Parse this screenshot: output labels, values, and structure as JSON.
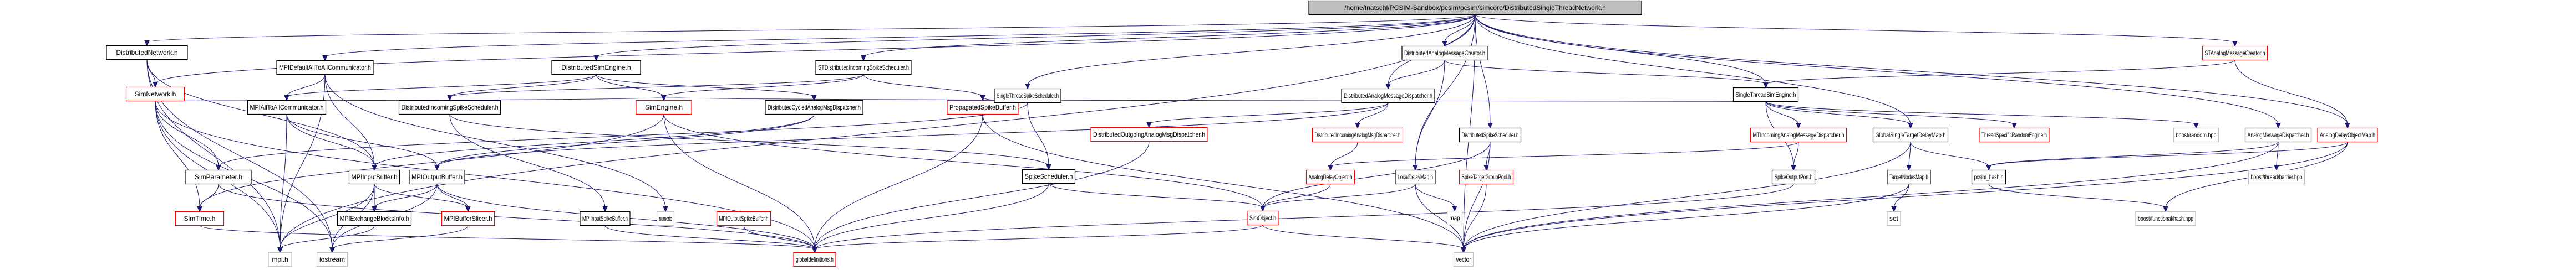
{
  "title": "/home/tnatschl/PCSIM-Sandbox/pcsim/pcsim/simcore/DistributedSingleThreadNetwork.h",
  "colors": {
    "root_fill": "#bfbfbf",
    "documented_border": "#000000",
    "incomplete_border": "#ff0000",
    "external_border": "#bfbfbf",
    "edge": "#191970"
  },
  "legend_kinds": {
    "root": "file being documented",
    "doc": "documented header",
    "red": "header with truncated include graph",
    "ext": "external/system header"
  },
  "nodes": [
    {
      "id": "root",
      "label": "/home/tnatschl/PCSIM-Sandbox/pcsim/pcsim/simcore/DistributedSingleThreadNetwork.h",
      "kind": "root"
    },
    {
      "id": "DistributedNetwork",
      "label": "DistributedNetwork.h",
      "kind": "doc"
    },
    {
      "id": "SimNetwork",
      "label": "SimNetwork.h",
      "kind": "red"
    },
    {
      "id": "MPIDefaultAllToAllCommunicator",
      "label": "MPIDefaultAllToAllCommunicator.h",
      "kind": "doc"
    },
    {
      "id": "MPIAllToAllCommunicator",
      "label": "MPIAllToAllCommunicator.h",
      "kind": "doc"
    },
    {
      "id": "DistributedSimEngine",
      "label": "DistributedSimEngine.h",
      "kind": "doc"
    },
    {
      "id": "DistributedIncomingSpikeScheduler",
      "label": "DistributedIncomingSpikeScheduler.h",
      "kind": "doc"
    },
    {
      "id": "STDistributedIncomingSpikeScheduler",
      "label": "STDistributedIncomingSpikeScheduler.h",
      "kind": "doc"
    },
    {
      "id": "SimEngine",
      "label": "SimEngine.h",
      "kind": "red"
    },
    {
      "id": "DistributedCycledAnalogMsgDispatcher",
      "label": "DistributedCycledAnalogMsgDispatcher.h",
      "kind": "doc"
    },
    {
      "id": "PropagatedSpikeBuffer",
      "label": "PropagatedSpikeBuffer.h",
      "kind": "red"
    },
    {
      "id": "SingleThreadSpikeScheduler",
      "label": "SingleThreadSpikeScheduler.h",
      "kind": "doc"
    },
    {
      "id": "DistributedAnalogMessageCreator",
      "label": "DistributedAnalogMessageCreator.h",
      "kind": "doc"
    },
    {
      "id": "DistributedAnalogMessageDispatcher",
      "label": "DistributedAnalogMessageDispatcher.h",
      "kind": "doc"
    },
    {
      "id": "SingleThreadSimEngine",
      "label": "SingleThreadSimEngine.h",
      "kind": "doc"
    },
    {
      "id": "STAnalogMessageCreator",
      "label": "STAnalogMessageCreator.h",
      "kind": "red"
    },
    {
      "id": "DistributedOutgoingAnalogMsgDispatcher",
      "label": "DistributedOutgoingAnalogMsgDispatcher.h",
      "kind": "red"
    },
    {
      "id": "DistributedIncomingAnalogMsgDispatcher",
      "label": "DistributedIncomingAnalogMsgDispatcher.h",
      "kind": "red"
    },
    {
      "id": "DistributedSpikeScheduler",
      "label": "DistributedSpikeScheduler.h",
      "kind": "doc"
    },
    {
      "id": "MTIncomingAnalogMessageDispatcher",
      "label": "MTIncomingAnalogMessageDispatcher.h",
      "kind": "red"
    },
    {
      "id": "GlobalSingleTargetDelayMap",
      "label": "GlobalSingleTargetDelayMap.h",
      "kind": "doc"
    },
    {
      "id": "ThreadSpecificRandomEngine",
      "label": "ThreadSpecificRandomEngine.h",
      "kind": "red"
    },
    {
      "id": "boost_random",
      "label": "boost/random.hpp",
      "kind": "ext"
    },
    {
      "id": "AnalogMessageDispatcher",
      "label": "AnalogMessageDispatcher.h",
      "kind": "doc"
    },
    {
      "id": "AnalogDelayObjectMap",
      "label": "AnalogDelayObjectMap.h",
      "kind": "red"
    },
    {
      "id": "SimParameter",
      "label": "SimParameter.h",
      "kind": "doc"
    },
    {
      "id": "MPIInputBuffer",
      "label": "MPIInputBuffer.h",
      "kind": "doc"
    },
    {
      "id": "MPIOutputBuffer",
      "label": "MPIOutputBuffer.h",
      "kind": "doc"
    },
    {
      "id": "SpikeScheduler",
      "label": "SpikeScheduler.h",
      "kind": "doc"
    },
    {
      "id": "AnalogDelayObject",
      "label": "AnalogDelayObject.h",
      "kind": "red"
    },
    {
      "id": "LocalDelayMap",
      "label": "LocalDelayMap.h",
      "kind": "doc"
    },
    {
      "id": "SpikeTargetGroupPool",
      "label": "SpikeTargetGroupPool.h",
      "kind": "red"
    },
    {
      "id": "SpikeOutputPort",
      "label": "SpikeOutputPort.h",
      "kind": "doc"
    },
    {
      "id": "TargetNodesMap",
      "label": "TargetNodesMap.h",
      "kind": "doc"
    },
    {
      "id": "pcsim_hash",
      "label": "pcsim_hash.h",
      "kind": "doc"
    },
    {
      "id": "boost_barrier",
      "label": "boost/thread/barrier.hpp",
      "kind": "ext"
    },
    {
      "id": "SimTime",
      "label": "SimTime.h",
      "kind": "red"
    },
    {
      "id": "MPIExchangeBlocksInfo",
      "label": "MPIExchangeBlocksInfo.h",
      "kind": "doc"
    },
    {
      "id": "MPIBufferSlicer",
      "label": "MPIBufferSlicer.h",
      "kind": "red"
    },
    {
      "id": "MPIInputSpikeBuffer",
      "label": "MPIInputSpikeBuffer.h",
      "kind": "doc"
    },
    {
      "id": "numeric",
      "label": "numeric",
      "kind": "ext"
    },
    {
      "id": "MPIOutputSpikeBuffer",
      "label": "MPIOutputSpikeBuffer.h",
      "kind": "red"
    },
    {
      "id": "SimObject",
      "label": "SimObject.h",
      "kind": "red"
    },
    {
      "id": "map",
      "label": "map",
      "kind": "ext"
    },
    {
      "id": "set",
      "label": "set",
      "kind": "ext"
    },
    {
      "id": "boost_hash",
      "label": "boost/functional/hash.hpp",
      "kind": "ext"
    },
    {
      "id": "mpi",
      "label": "mpi.h",
      "kind": "ext"
    },
    {
      "id": "iostream",
      "label": "iostream",
      "kind": "ext"
    },
    {
      "id": "globaldefinitions",
      "label": "globaldefinitions.h",
      "kind": "red"
    },
    {
      "id": "vector",
      "label": "vector",
      "kind": "ext"
    }
  ],
  "edges": [
    [
      "root",
      "DistributedNetwork"
    ],
    [
      "root",
      "MPIDefaultAllToAllCommunicator"
    ],
    [
      "root",
      "DistributedSimEngine"
    ],
    [
      "root",
      "STDistributedIncomingSpikeScheduler"
    ],
    [
      "root",
      "SingleThreadSpikeScheduler"
    ],
    [
      "root",
      "DistributedAnalogMessageCreator"
    ],
    [
      "root",
      "DistributedAnalogMessageDispatcher"
    ],
    [
      "root",
      "SingleThreadSimEngine"
    ],
    [
      "root",
      "STAnalogMessageCreator"
    ],
    [
      "root",
      "DistributedSpikeScheduler"
    ],
    [
      "root",
      "AnalogMessageDispatcher"
    ],
    [
      "root",
      "AnalogDelayObjectMap"
    ],
    [
      "root",
      "LocalDelayMap"
    ],
    [
      "root",
      "GlobalSingleTargetDelayMap"
    ],
    [
      "root",
      "SimNetwork"
    ],
    [
      "root",
      "mpi"
    ],
    [
      "root",
      "vector"
    ],
    [
      "DistributedNetwork",
      "SimNetwork"
    ],
    [
      "DistributedNetwork",
      "mpi"
    ],
    [
      "DistributedNetwork",
      "iostream"
    ],
    [
      "DistributedNetwork",
      "MPIInputBuffer"
    ],
    [
      "SimNetwork",
      "SimParameter"
    ],
    [
      "SimNetwork",
      "SimTime"
    ],
    [
      "SimNetwork",
      "SimEngine"
    ],
    [
      "SimNetwork",
      "mpi"
    ],
    [
      "SimNetwork",
      "iostream"
    ],
    [
      "SimNetwork",
      "globaldefinitions"
    ],
    [
      "MPIDefaultAllToAllCommunicator",
      "MPIAllToAllCommunicator"
    ],
    [
      "MPIDefaultAllToAllCommunicator",
      "MPIInputBuffer"
    ],
    [
      "MPIDefaultAllToAllCommunicator",
      "mpi"
    ],
    [
      "MPIDefaultAllToAllCommunicator",
      "numeric"
    ],
    [
      "MPIAllToAllCommunicator",
      "MPIInputBuffer"
    ],
    [
      "MPIAllToAllCommunicator",
      "MPIOutputBuffer"
    ],
    [
      "MPIAllToAllCommunicator",
      "mpi"
    ],
    [
      "DistributedSimEngine",
      "DistributedIncomingSpikeScheduler"
    ],
    [
      "DistributedSimEngine",
      "SimEngine"
    ],
    [
      "DistributedSimEngine",
      "DistributedCycledAnalogMsgDispatcher"
    ],
    [
      "DistributedSimEngine",
      "MPIAllToAllCommunicator"
    ],
    [
      "DistributedIncomingSpikeScheduler",
      "MPIInputSpikeBuffer"
    ],
    [
      "DistributedIncomingSpikeScheduler",
      "SpikeScheduler"
    ],
    [
      "STDistributedIncomingSpikeScheduler",
      "PropagatedSpikeBuffer"
    ],
    [
      "STDistributedIncomingSpikeScheduler",
      "DistributedIncomingSpikeScheduler"
    ],
    [
      "STDistributedIncomingSpikeScheduler",
      "SimEngine"
    ],
    [
      "SimEngine",
      "SimObject"
    ],
    [
      "SimEngine",
      "SimTime"
    ],
    [
      "SimEngine",
      "globaldefinitions"
    ],
    [
      "DistributedCycledAnalogMsgDispatcher",
      "MPIOutputBuffer"
    ],
    [
      "DistributedCycledAnalogMsgDispatcher",
      "MPIInputBuffer"
    ],
    [
      "PropagatedSpikeBuffer",
      "globaldefinitions"
    ],
    [
      "PropagatedSpikeBuffer",
      "vector"
    ],
    [
      "SingleThreadSpikeScheduler",
      "PropagatedSpikeBuffer"
    ],
    [
      "SingleThreadSpikeScheduler",
      "SpikeScheduler"
    ],
    [
      "SingleThreadSpikeScheduler",
      "SimParameter"
    ],
    [
      "DistributedAnalogMessageCreator",
      "DistributedAnalogMessageDispatcher"
    ],
    [
      "DistributedAnalogMessageCreator",
      "SingleThreadSimEngine"
    ],
    [
      "DistributedAnalogMessageCreator",
      "LocalDelayMap"
    ],
    [
      "DistributedAnalogMessageDispatcher",
      "DistributedIncomingAnalogMsgDispatcher"
    ],
    [
      "DistributedAnalogMessageDispatcher",
      "DistributedOutgoingAnalogMsgDispatcher"
    ],
    [
      "DistributedAnalogMessageDispatcher",
      "MPIOutputBuffer"
    ],
    [
      "SingleThreadSimEngine",
      "MTIncomingAnalogMessageDispatcher"
    ],
    [
      "SingleThreadSimEngine",
      "GlobalSingleTargetDelayMap"
    ],
    [
      "SingleThreadSimEngine",
      "ThreadSpecificRandomEngine"
    ],
    [
      "SingleThreadSimEngine",
      "boost_random"
    ],
    [
      "SingleThreadSimEngine",
      "SimEngine"
    ],
    [
      "SingleThreadSimEngine",
      "SpikeOutputPort"
    ],
    [
      "STAnalogMessageCreator",
      "AnalogDelayObjectMap"
    ],
    [
      "STAnalogMessageCreator",
      "SingleThreadSimEngine"
    ],
    [
      "DistributedOutgoingAnalogMsgDispatcher",
      "globaldefinitions"
    ],
    [
      "DistributedIncomingAnalogMsgDispatcher",
      "AnalogDelayObject"
    ],
    [
      "DistributedSpikeScheduler",
      "SpikeTargetGroupPool"
    ],
    [
      "DistributedSpikeScheduler",
      "SimObject"
    ],
    [
      "DistributedSpikeScheduler",
      "vector"
    ],
    [
      "MTIncomingAnalogMessageDispatcher",
      "SpikeOutputPort"
    ],
    [
      "MTIncomingAnalogMessageDispatcher",
      "AnalogDelayObject"
    ],
    [
      "GlobalSingleTargetDelayMap",
      "TargetNodesMap"
    ],
    [
      "GlobalSingleTargetDelayMap",
      "pcsim_hash"
    ],
    [
      "GlobalSingleTargetDelayMap",
      "vector"
    ],
    [
      "AnalogMessageDispatcher",
      "boost_barrier"
    ],
    [
      "AnalogMessageDispatcher",
      "pcsim_hash"
    ],
    [
      "AnalogMessageDispatcher",
      "vector"
    ],
    [
      "AnalogDelayObjectMap",
      "pcsim_hash"
    ],
    [
      "AnalogDelayObjectMap",
      "boost_hash"
    ],
    [
      "AnalogDelayObjectMap",
      "vector"
    ],
    [
      "SimParameter",
      "SimTime"
    ],
    [
      "SimParameter",
      "globaldefinitions"
    ],
    [
      "MPIInputBuffer",
      "MPIExchangeBlocksInfo"
    ],
    [
      "MPIInputBuffer",
      "MPIBufferSlicer"
    ],
    [
      "MPIInputBuffer",
      "mpi"
    ],
    [
      "MPIInputBuffer",
      "iostream"
    ],
    [
      "MPIOutputBuffer",
      "MPIExchangeBlocksInfo"
    ],
    [
      "MPIOutputBuffer",
      "MPIBufferSlicer"
    ],
    [
      "MPIOutputBuffer",
      "iostream"
    ],
    [
      "MPIOutputBuffer",
      "globaldefinitions"
    ],
    [
      "SpikeScheduler",
      "SimObject"
    ],
    [
      "SpikeScheduler",
      "globaldefinitions"
    ],
    [
      "AnalogDelayObject",
      "SimObject"
    ],
    [
      "LocalDelayMap",
      "map"
    ],
    [
      "LocalDelayMap",
      "vector"
    ],
    [
      "LocalDelayMap",
      "SimObject"
    ],
    [
      "SpikeTargetGroupPool",
      "vector"
    ],
    [
      "SpikeOutputPort",
      "globaldefinitions"
    ],
    [
      "TargetNodesMap",
      "set"
    ],
    [
      "TargetNodesMap",
      "vector"
    ],
    [
      "pcsim_hash",
      "boost_hash"
    ],
    [
      "SimTime",
      "globaldefinitions"
    ],
    [
      "MPIExchangeBlocksInfo",
      "mpi"
    ],
    [
      "MPIBufferSlicer",
      "iostream"
    ],
    [
      "MPIInputSpikeBuffer",
      "globaldefinitions"
    ],
    [
      "MPIOutputSpikeBuffer",
      "globaldefinitions"
    ],
    [
      "SimObject",
      "globaldefinitions"
    ],
    [
      "SimObject",
      "vector"
    ]
  ]
}
